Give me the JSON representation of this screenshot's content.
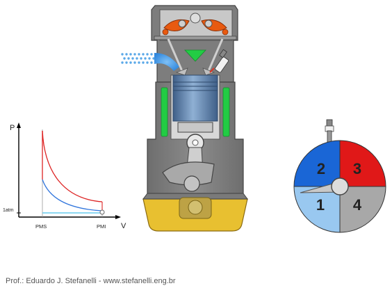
{
  "pv_diagram": {
    "y_axis_label": "P",
    "x_axis_label": "V",
    "pressure_marker": "1atm",
    "x_ticks": [
      "PMS",
      "PMI"
    ],
    "colors": {
      "compression": "#dd2222",
      "expansion": "#3377dd",
      "intake": "#66ccee",
      "axes": "#000000"
    }
  },
  "engine": {
    "colors": {
      "block": "#7a7a7a",
      "rocker": "#e85a10",
      "coolant": "#22cc44",
      "piston": "#5a7ea8",
      "oil": "#e8c030",
      "intake_mixture": "#3a9ee8",
      "spark_plug": "#dd3322"
    }
  },
  "stroke_dial": {
    "quadrants": [
      {
        "number": "2",
        "color": "#1a66d6"
      },
      {
        "number": "3",
        "color": "#e01818"
      },
      {
        "number": "1",
        "color": "#99c8f0"
      },
      {
        "number": "4",
        "color": "#a8a8a8"
      }
    ]
  },
  "footer": {
    "credit": "Prof.: Eduardo J. Stefanelli - www.stefanelli.eng.br"
  }
}
